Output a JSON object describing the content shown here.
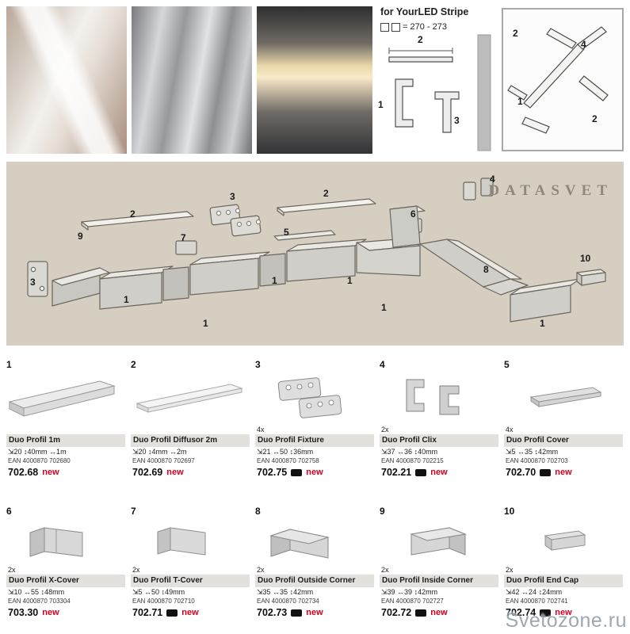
{
  "colors": {
    "panel_beige": "#d5cec1",
    "new_red": "#d1001f",
    "title_bar_gray": "#e2e1de"
  },
  "header": {
    "for_text": "for YourLED Stripe",
    "pages_ref": "= 270 - 273"
  },
  "tech_callouts": [
    "2",
    "1",
    "3"
  ],
  "assembly_callouts": [
    "2",
    "4",
    "1",
    "2"
  ],
  "diagram": {
    "watermark": "DATASVET",
    "callouts": [
      "3",
      "2",
      "2",
      "4",
      "9",
      "7",
      "5",
      "6",
      "3",
      "1",
      "1",
      "1",
      "1",
      "1",
      "8",
      "1",
      "10"
    ]
  },
  "bottom_watermark": "Svetozone.ru",
  "products": [
    {
      "num": "1",
      "qty": "",
      "name": "Duo Profil 1m",
      "dims": "⇲20 ↕40mm ↔1m",
      "ean": "EAN 4000870 702680",
      "code": "702.68",
      "pack": false,
      "new_label": "new"
    },
    {
      "num": "2",
      "qty": "",
      "name": "Duo Profil Diffusor 2m",
      "dims": "⇲20 ↕4mm ↔2m",
      "ean": "EAN 4000870 702697",
      "code": "702.69",
      "pack": false,
      "new_label": "new"
    },
    {
      "num": "3",
      "qty": "4x",
      "name": "Duo Profil Fixture",
      "dims": "⇲21 ↔50 ↕36mm",
      "ean": "EAN 4000870 702758",
      "code": "702.75",
      "pack": true,
      "new_label": "new"
    },
    {
      "num": "4",
      "qty": "2x",
      "name": "Duo Profil Clix",
      "dims": "⇲37 ↔36 ↕40mm",
      "ean": "EAN 4000870 702215",
      "code": "702.21",
      "pack": true,
      "new_label": "new"
    },
    {
      "num": "5",
      "qty": "4x",
      "name": "Duo Profil Cover",
      "dims": "⇲5 ↔35 ↕42mm",
      "ean": "EAN 4000870 702703",
      "code": "702.70",
      "pack": true,
      "new_label": "new"
    },
    {
      "num": "6",
      "qty": "2x",
      "name": "Duo Profil X-Cover",
      "dims": "⇲10 ↔55 ↕48mm",
      "ean": "EAN 4000870 703304",
      "code": "703.30",
      "pack": false,
      "new_label": "new"
    },
    {
      "num": "7",
      "qty": "2x",
      "name": "Duo Profil T-Cover",
      "dims": "⇲5 ↔50 ↕49mm",
      "ean": "EAN 4000870 702710",
      "code": "702.71",
      "pack": true,
      "new_label": "new"
    },
    {
      "num": "8",
      "qty": "2x",
      "name": "Duo Profil Outside Corner",
      "dims": "⇲35 ↔35 ↕42mm",
      "ean": "EAN 4000870 702734",
      "code": "702.73",
      "pack": true,
      "new_label": "new"
    },
    {
      "num": "9",
      "qty": "2x",
      "name": "Duo Profil Inside Corner",
      "dims": "⇲39 ↔39 ↕42mm",
      "ean": "EAN 4000870 702727",
      "code": "702.72",
      "pack": true,
      "new_label": "new"
    },
    {
      "num": "10",
      "qty": "2x",
      "name": "Duo Profil End Cap",
      "dims": "⇲42 ↔24 ↕24mm",
      "ean": "EAN 4000870 702741",
      "code": "702.74",
      "pack": true,
      "new_label": "new"
    }
  ]
}
